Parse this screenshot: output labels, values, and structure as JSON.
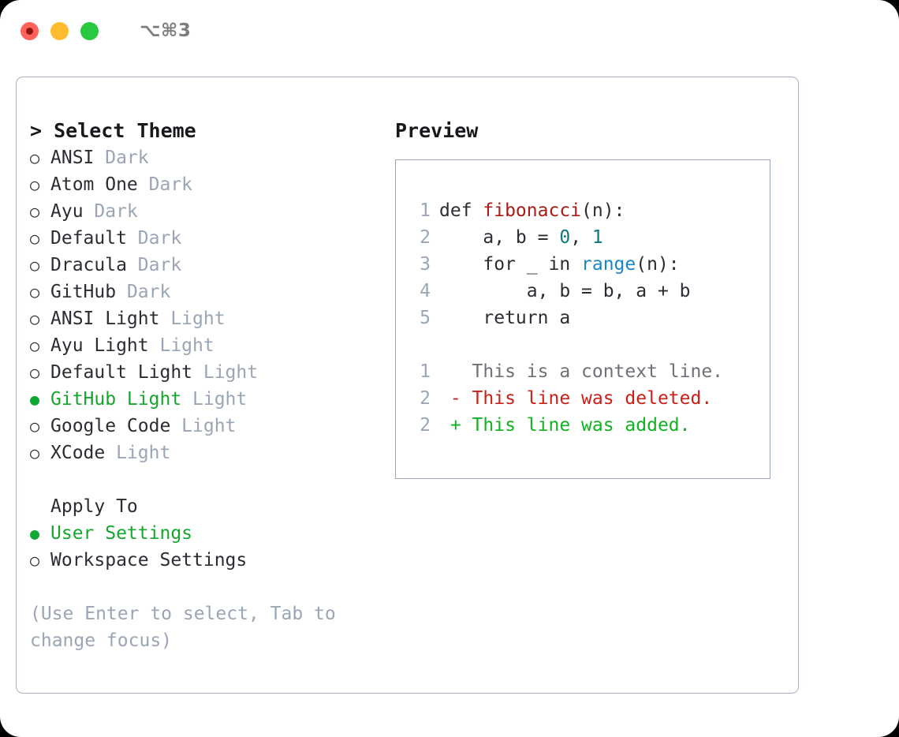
{
  "titlebar": {
    "shortcut": "⌥⌘3",
    "lights": [
      "close-light",
      "minimize-light",
      "maximize-light"
    ]
  },
  "theme_panel": {
    "header": "> Select Theme",
    "marker_unselected": "○",
    "marker_selected": "●",
    "themes": [
      {
        "name": "ANSI",
        "variant": "Dark",
        "selected": false
      },
      {
        "name": "Atom One",
        "variant": "Dark",
        "selected": false
      },
      {
        "name": "Ayu",
        "variant": "Dark",
        "selected": false
      },
      {
        "name": "Default",
        "variant": "Dark",
        "selected": false
      },
      {
        "name": "Dracula",
        "variant": "Dark",
        "selected": false
      },
      {
        "name": "GitHub",
        "variant": "Dark",
        "selected": false
      },
      {
        "name": "ANSI Light",
        "variant": "Light",
        "selected": false
      },
      {
        "name": "Ayu Light",
        "variant": "Light",
        "selected": false
      },
      {
        "name": "Default Light",
        "variant": "Light",
        "selected": false
      },
      {
        "name": "GitHub Light",
        "variant": "Light",
        "selected": true
      },
      {
        "name": "Google Code",
        "variant": "Light",
        "selected": false
      },
      {
        "name": "XCode",
        "variant": "Light",
        "selected": false
      }
    ],
    "apply_to": {
      "title": "Apply To",
      "options": [
        {
          "name": "User Settings",
          "selected": true
        },
        {
          "name": "Workspace Settings",
          "selected": false
        }
      ]
    },
    "hint": "(Use Enter to select, Tab to change focus)"
  },
  "preview": {
    "title": "Preview",
    "code_lines": [
      {
        "number": "1",
        "tokens": [
          {
            "text": "def ",
            "kind": "plain"
          },
          {
            "text": "fibonacci",
            "kind": "fn"
          },
          {
            "text": "(n):",
            "kind": "plain"
          }
        ]
      },
      {
        "number": "2",
        "tokens": [
          {
            "text": "    a, b = ",
            "kind": "plain"
          },
          {
            "text": "0",
            "kind": "num"
          },
          {
            "text": ", ",
            "kind": "plain"
          },
          {
            "text": "1",
            "kind": "num"
          }
        ]
      },
      {
        "number": "3",
        "tokens": [
          {
            "text": "    for _ in ",
            "kind": "plain"
          },
          {
            "text": "range",
            "kind": "call"
          },
          {
            "text": "(n):",
            "kind": "plain"
          }
        ]
      },
      {
        "number": "4",
        "tokens": [
          {
            "text": "        a, b = b, a + b",
            "kind": "plain"
          }
        ]
      },
      {
        "number": "5",
        "tokens": [
          {
            "text": "    return a",
            "kind": "plain"
          }
        ]
      }
    ],
    "diff_lines": [
      {
        "number": "1",
        "sign": " ",
        "text": "This is a context line.",
        "kind": "context"
      },
      {
        "number": "2",
        "sign": "-",
        "text": "This line was deleted.",
        "kind": "del"
      },
      {
        "number": "2",
        "sign": "+",
        "text": "This line was added.",
        "kind": "add"
      }
    ]
  },
  "colors": {
    "accent_green": "#16a62f",
    "muted": "#9aa5b5",
    "text": "#2a2d33",
    "border": "#a7b1c0",
    "syntax_function": "#a91b1b",
    "syntax_number": "#0d7a7a",
    "syntax_call": "#1a87c2",
    "diff_deleted": "#cc1f17",
    "diff_added": "#10b320",
    "diff_context": "#6d7178",
    "light_red": "#ff6259",
    "light_yellow": "#febc2e",
    "light_green": "#28c840"
  }
}
